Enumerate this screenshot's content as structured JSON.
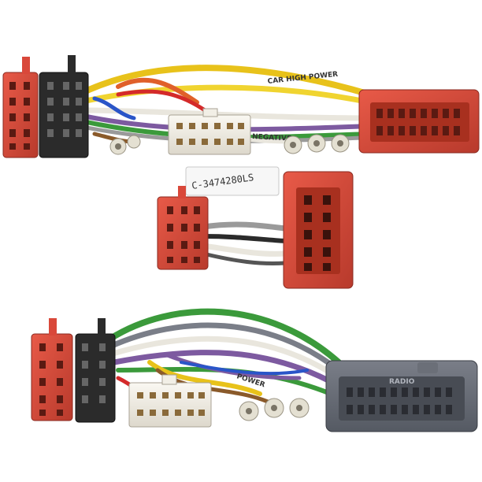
{
  "image": {
    "subject": "Car radio ISO wiring harness adapters",
    "top_harness": {
      "wire_print": "CAR HIGH POWER",
      "wire_print_2": "NEGATIVE"
    },
    "middle_harness": {
      "sticker_text": "C-3474280LS"
    },
    "bottom_harness": {
      "connector_print": "RADIO",
      "wire_print": "POWER"
    }
  },
  "colors": {
    "red_connector": "#d9483a",
    "black_connector": "#2b2b2b",
    "grey_connector": "#6b6f78",
    "white_connector": "#f2efe6",
    "wire_yellow": "#e8c21a",
    "wire_purple": "#7d5aa0",
    "wire_green": "#3b9a3b",
    "wire_grey": "#9a9a9a",
    "wire_white": "#e9e6dd",
    "wire_orange": "#e0602a",
    "wire_blue": "#2a55c8",
    "wire_red": "#d42a2a",
    "wire_brown": "#8a5a2a"
  }
}
